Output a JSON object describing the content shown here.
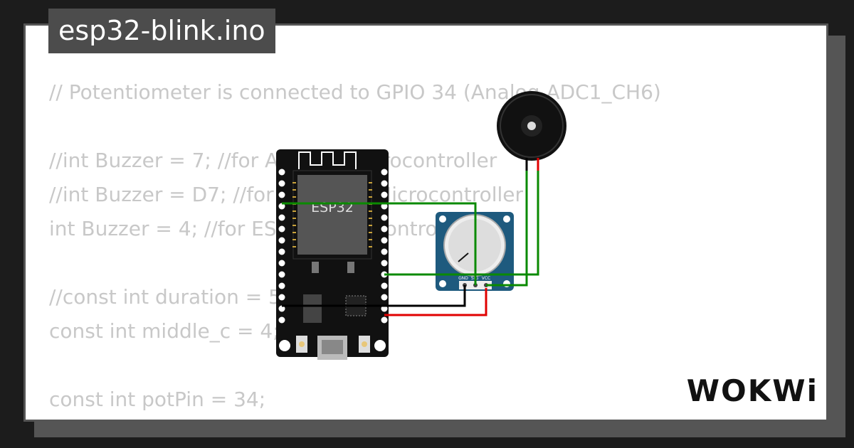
{
  "title": "esp32-blink.ino",
  "code_lines": [
    "// Potentiometer is connected to GPIO 34 (Analog ADC1_CH6)",
    "",
    "//int Buzzer = 7; //for Arduino Microcontroller",
    "//int Buzzer = D7; //for ESP8266 Microcontroller",
    "int Buzzer = 4; //for ESP32 Microcontroller",
    "",
    "//const int duration = 500;",
    "const int middle_c = 4;",
    "",
    "const int potPin = 34;"
  ],
  "board_label": "ESP32",
  "pot_pins": [
    "GND",
    "SIG",
    "VCC"
  ],
  "brand": "WOKWi",
  "colors": {
    "wire_green": "#0a8a00",
    "wire_red": "#e00000",
    "wire_black": "#000000",
    "pot_blue": "#1e5a7e"
  },
  "icons": [
    "buzzer-icon",
    "esp32-board-icon",
    "potentiometer-icon"
  ]
}
